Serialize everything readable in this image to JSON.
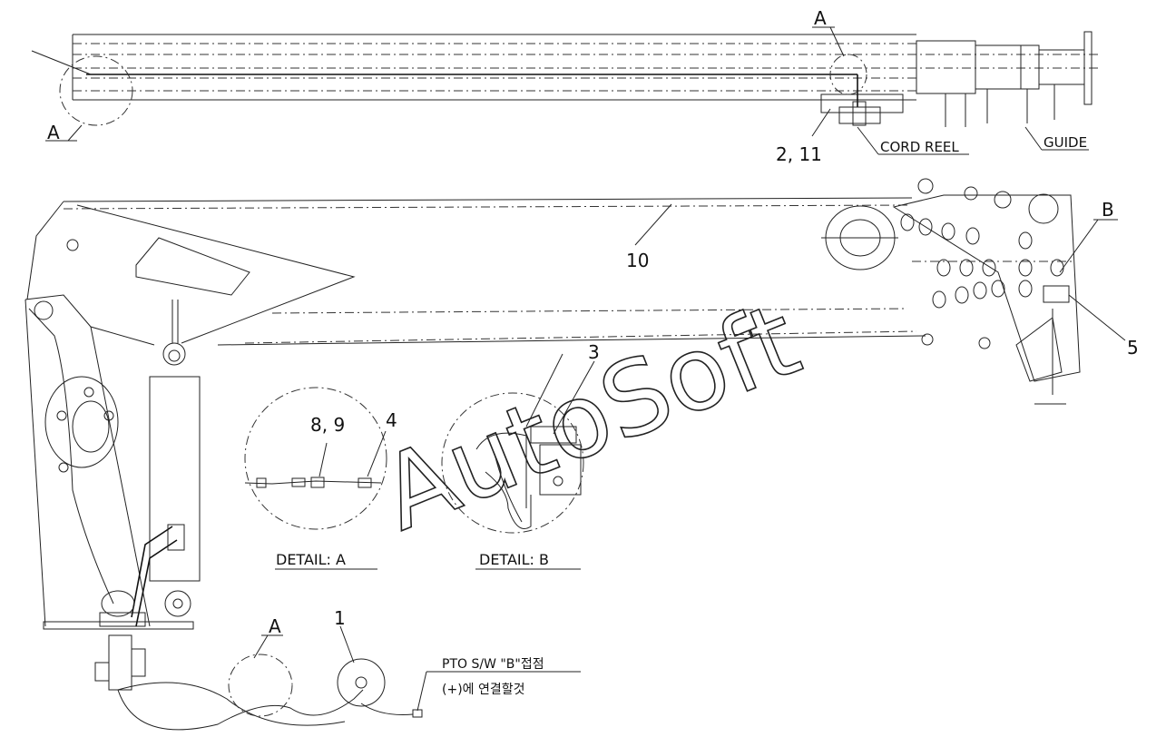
{
  "labels": {
    "A_top_left": "A",
    "A_top_right": "A",
    "A_bottom": "A",
    "B": "B",
    "part_2_11": "2, 11",
    "cord_reel": "CORD REEL",
    "guide": "GUIDE",
    "part_10": "10",
    "part_5": "5",
    "part_8_9": "8, 9",
    "part_4": "4",
    "part_3": "3",
    "part_1": "1",
    "detail_a": "DETAIL: A",
    "detail_b": "DETAIL: B",
    "note_line1": "PTO S/W \"B\"접점",
    "note_line2": "(+)에 연결할것"
  },
  "watermark": "AutoSoft"
}
